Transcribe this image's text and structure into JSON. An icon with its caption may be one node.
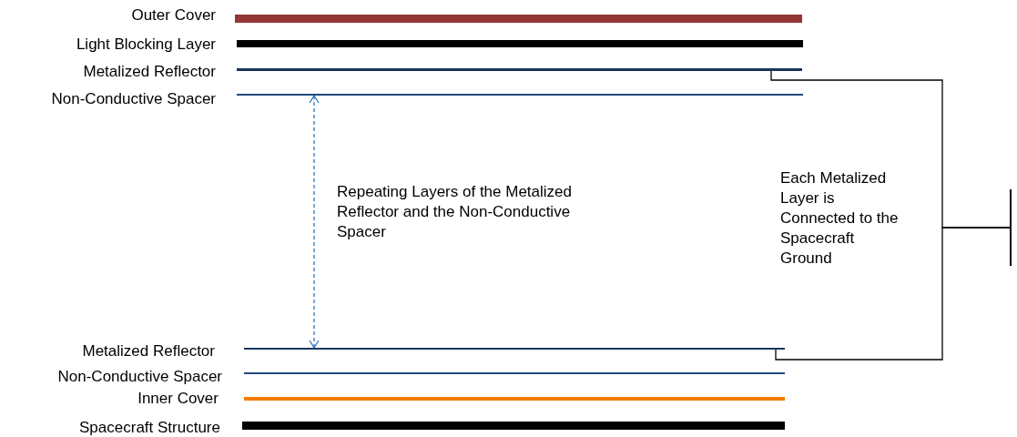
{
  "diagram": {
    "nodes": [
      {
        "text": [],
        "shape": "bar",
        "beside": [
          "Outer Cover"
        ]
      },
      {
        "text": [],
        "shape": "bar",
        "beside": [
          "Light Blocking Layer"
        ]
      },
      {
        "text": [],
        "shape": "bar",
        "beside": [
          "Metalized Reflector"
        ]
      },
      {
        "text": [],
        "shape": "bar",
        "beside": [
          "Non-Conductive Spacer"
        ]
      },
      {
        "text": [],
        "shape": "bar",
        "beside": [
          "Metalized Reflector"
        ]
      },
      {
        "text": [],
        "shape": "bar",
        "beside": [
          "Non-Conductive Spacer"
        ]
      },
      {
        "text": [],
        "shape": "bar",
        "beside": [
          "Inner Cover"
        ]
      },
      {
        "text": [],
        "shape": "bar",
        "beside": [
          "Spacecraft Structure"
        ]
      },
      {
        "text": [],
        "shape": "bar"
      }
    ],
    "edges": [
      {
        "from": 2,
        "to": 8,
        "arrow": "none"
      },
      {
        "from": 4,
        "to": 8,
        "arrow": "none"
      },
      {
        "from": 3,
        "to": 4,
        "arrow": "both",
        "style": "dashed",
        "color": "#2e75b6"
      }
    ],
    "labels": [
      "Repeating Layers of the Metalized Reflector and the Non-Conductive Spacer",
      "Each Metalized Layer is Connected to the Spacecraft Ground"
    ]
  }
}
